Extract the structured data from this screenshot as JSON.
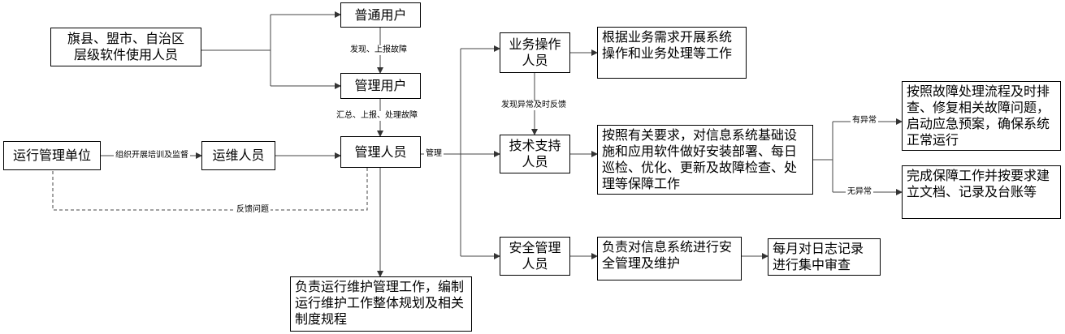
{
  "nodes": {
    "qixian_users": "旗县、盟市、自治区\n层级软件使用人员",
    "putong_user": "普通用户",
    "guanli_user": "管理用户",
    "yunxing_unit": "运行管理单位",
    "yunwei_staff": "运维人员",
    "guanli_staff": "管理人员",
    "yewu_staff": "业务操作\n人员",
    "jishu_staff": "技术支持\n人员",
    "anquan_staff": "安全管理\n人员",
    "yewu_desc": "根据业务需求开展系统操作和业务处理等工作",
    "jishu_desc": "按照有关要求，对信息系统基础设施和应用软件做好安装部署、每日巡检、优化、更新及故障检查、处理等保障工作",
    "fault_desc": "按照故障处理流程及时排查、修复相关故障问题，启动应急预案，确保系统正常运行",
    "normal_desc": "完成保障工作并按要求建立文档、记录及台账等",
    "anquan_desc": "负责对信息系统进行安全管理及维护",
    "log_desc": "每月对日志记录进行集中审查",
    "guanli_desc": "负责运行维护管理工作，编制运行维护工作整体规划及相关制度规程"
  },
  "edges": {
    "report_fault": "发现、上报故障",
    "summarize": "汇总、上报、处理故障",
    "training": "组织开展培训及监督",
    "manage": "管理",
    "feedback_issue": "反馈问题",
    "abnormal_feedback": "发现异常及时反馈",
    "has_abnormal": "有异常",
    "no_abnormal": "无异常"
  }
}
